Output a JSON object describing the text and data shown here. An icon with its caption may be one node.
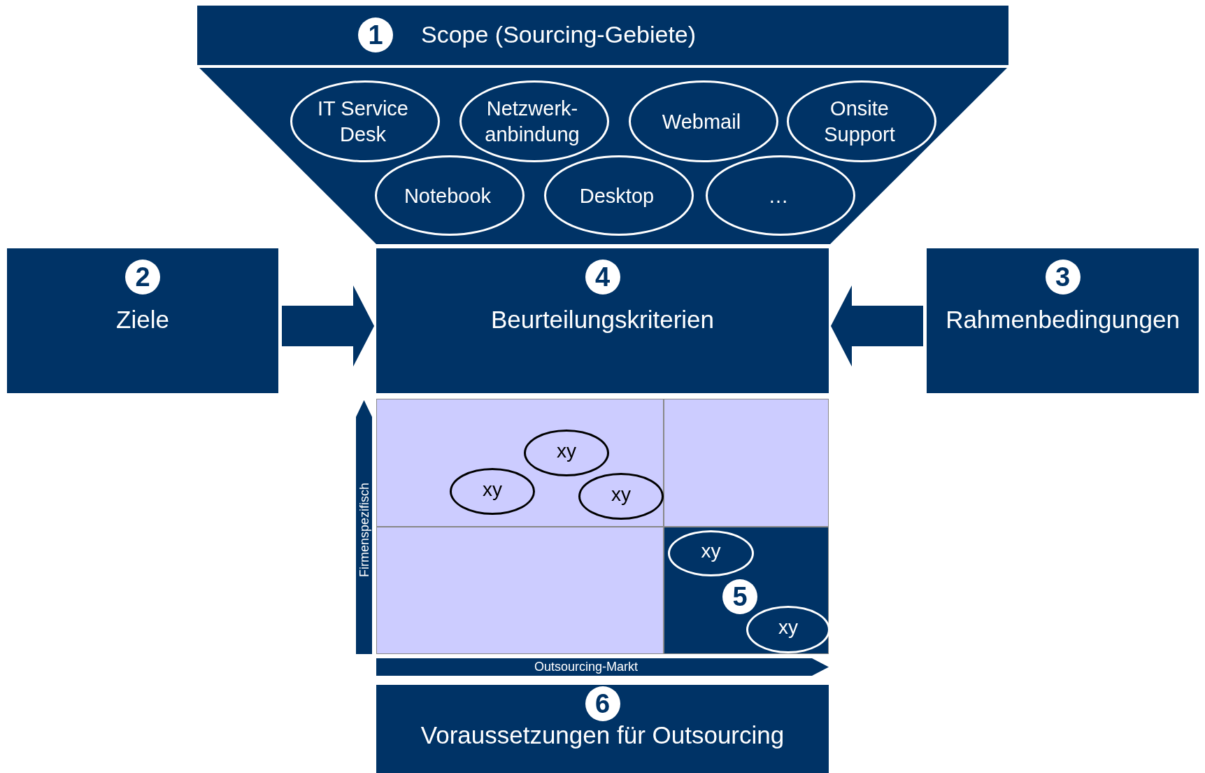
{
  "diagram": {
    "nodes": [
      {
        "text": [
          "1",
          "Scope (Sourcing-Gebiete)"
        ]
      },
      {
        "text": [],
        "shape": "funnel"
      },
      {
        "text": [
          "IT Service Desk"
        ],
        "in": 1
      },
      {
        "text": [
          "Netzwerk- anbindung"
        ],
        "in": 1
      },
      {
        "text": [
          "Webmail"
        ],
        "in": 1
      },
      {
        "text": [
          "Onsite Support"
        ],
        "in": 1
      },
      {
        "text": [
          "Notebook"
        ],
        "in": 1
      },
      {
        "text": [
          "Desktop"
        ],
        "in": 1
      },
      {
        "text": [
          "…"
        ],
        "in": 1
      },
      {
        "text": [
          "2",
          "Ziele"
        ]
      },
      {
        "text": [
          "4",
          "Beurteilungskriterien"
        ]
      },
      {
        "text": [
          "3",
          "Rahmenbedingungen"
        ]
      },
      {
        "text": [],
        "shape": "box"
      },
      {
        "text": [],
        "shape": "box"
      },
      {
        "text": [],
        "shape": "box"
      },
      {
        "text": [
          "5"
        ]
      },
      {
        "text": [
          "xy"
        ],
        "in": 12
      },
      {
        "text": [
          "xy"
        ],
        "in": 12
      },
      {
        "text": [
          "xy"
        ],
        "in": 12
      },
      {
        "text": [
          "xy"
        ],
        "in": 15
      },
      {
        "text": [
          "xy"
        ],
        "in": 15
      },
      {
        "text": [
          "6",
          "Voraussetzungen für Outsourcing"
        ]
      }
    ],
    "edges": [
      {
        "from": 9,
        "to": 10,
        "arrow": "to"
      },
      {
        "from": 11,
        "to": 10,
        "arrow": "to"
      }
    ],
    "labels": [
      "Firmenspezifisch",
      "Outsourcing-Markt"
    ]
  }
}
